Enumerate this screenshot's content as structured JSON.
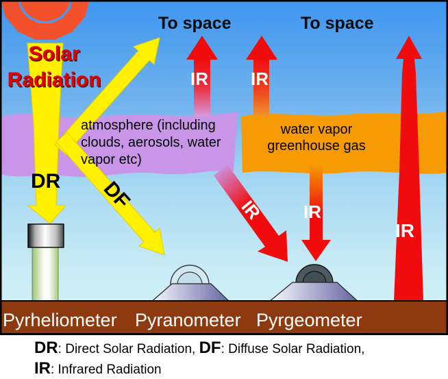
{
  "header": {
    "solar_line1": "Solar",
    "solar_line2": "Radiation",
    "to_space_left": "To space",
    "to_space_right": "To space"
  },
  "atmosphere_band": {
    "line1": "atmosphere (including",
    "line2": "clouds, aerosols, water",
    "line3": "vapor etc)"
  },
  "greenhouse_band": {
    "line1": "water vapor",
    "line2": "greenhouse gas"
  },
  "arrows": {
    "dr_label": "DR",
    "df_label": "DF",
    "ir_label": "IR"
  },
  "ground": {
    "instrument1": "Pyrheliometer",
    "instrument2": "Pyranometer",
    "instrument3": "Pyrgeometer"
  },
  "legend": {
    "dr_term": "DR",
    "dr_def": ": Direct Solar Radiation, ",
    "df_term": "DF",
    "df_def": ": Diffuse Solar Radiation,",
    "ir_term": "IR",
    "ir_def": ": Infrared Radiation"
  },
  "icons": {
    "sun": "sun-icon"
  },
  "colors": {
    "sky_top": "#3e96ef",
    "sky_bottom": "#d8f4f9",
    "sun_orange": "#f2512b",
    "solar_yellow": "#fff100",
    "ir_red": "#f00c0c",
    "atmosphere_purple": "#c895e8",
    "greenhouse_orange": "#f79b05",
    "ground_brown": "#8e3a10",
    "solar_text_red": "#e80000"
  }
}
